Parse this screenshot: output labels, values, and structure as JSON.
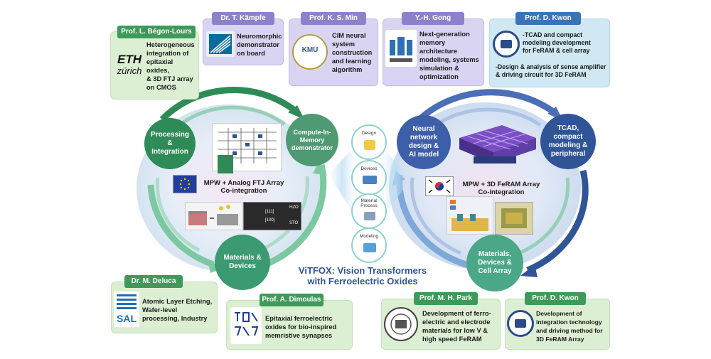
{
  "title_line1": "ViTFOX: Vision Transformers",
  "title_line2": "with Ferroelectric Oxides",
  "partners": {
    "begon_lours": {
      "name": "Prof. L. Bégon-Lours",
      "logo_line1": "ETH",
      "logo_line2": "zürich",
      "desc": [
        "Heterogeneous",
        "integration of",
        "epitaxial",
        "oxides,",
        "& 3D FTJ array",
        "on CMOS"
      ]
    },
    "kampfe": {
      "name": "Dr. T. Kämpfe",
      "desc": [
        "Neuromorphic",
        "demonstrator",
        "on board"
      ]
    },
    "min": {
      "name": "Prof. K. S. Min",
      "logo": "KMU",
      "desc": [
        "CIM neural",
        "system",
        "construction",
        "and learning",
        "algorithm"
      ]
    },
    "gong": {
      "name": "Y.-H. Gong",
      "desc": [
        "Next-generation",
        "memory",
        "architecture",
        "modeling, systems",
        "simulation &",
        "optimization"
      ]
    },
    "kwon_top": {
      "name": "Prof. D. Kwon",
      "desc": [
        "-TCAD and compact",
        "modeling development",
        "for FeRAM & cell array",
        "",
        "-Design & analysis of sense amplifier",
        "& driving circuit for 3D FeRAM"
      ]
    },
    "deluca": {
      "name": "Dr. M. Deluca",
      "logo": "SAL",
      "desc": [
        "Atomic Layer Etching,",
        "Wafer-level",
        "processing, Industry"
      ]
    },
    "dimoulas": {
      "name": "Prof. A. Dimoulas",
      "desc": [
        "Epitaxial ferroelectric",
        "oxides for bio-inspired",
        "memristive synapses"
      ]
    },
    "park": {
      "name": "Prof. M. H. Park",
      "desc": [
        "Development of ferro-",
        "electric and electrode",
        "materials for low V &",
        "high speed FeRAM"
      ]
    },
    "kwon_bottom": {
      "name": "Prof. D. Kwon",
      "desc": [
        "Development of",
        "integration technology",
        "and driving method for",
        "3D FeRAM Array"
      ]
    }
  },
  "left_cycle": {
    "processing": [
      "Processing",
      "&",
      "Integration"
    ],
    "cim": [
      "Compute-In-",
      "Memory",
      "demonstrator"
    ],
    "materials": [
      "Materials &",
      "Devices"
    ],
    "center": [
      "MPW + Analog FTJ Array",
      "Co-integration"
    ],
    "img_labels": [
      "[111]",
      "[100]",
      "STO",
      "HZO"
    ]
  },
  "right_cycle": {
    "neural": [
      "Neural",
      "network",
      "design &",
      "AI model"
    ],
    "tcad": [
      "TCAD,",
      "compact",
      "modeling &",
      "peripheral"
    ],
    "materials": [
      "Materials,",
      "Devices &",
      "Cell Array"
    ],
    "center": [
      "MPW + 3D FeRAM Array",
      "Co-integration"
    ]
  },
  "center_steps": [
    "Design",
    "Devices",
    "Material Process",
    "Modeling"
  ],
  "colors": {
    "green_dark": "#2e8b57",
    "green_light": "#7cc8a0",
    "blue_dark": "#2f5597",
    "blue_light": "#7ea8d8",
    "cycle_fill_left": "#e6f2e6",
    "cycle_fill_right": "#e5ebf5"
  }
}
